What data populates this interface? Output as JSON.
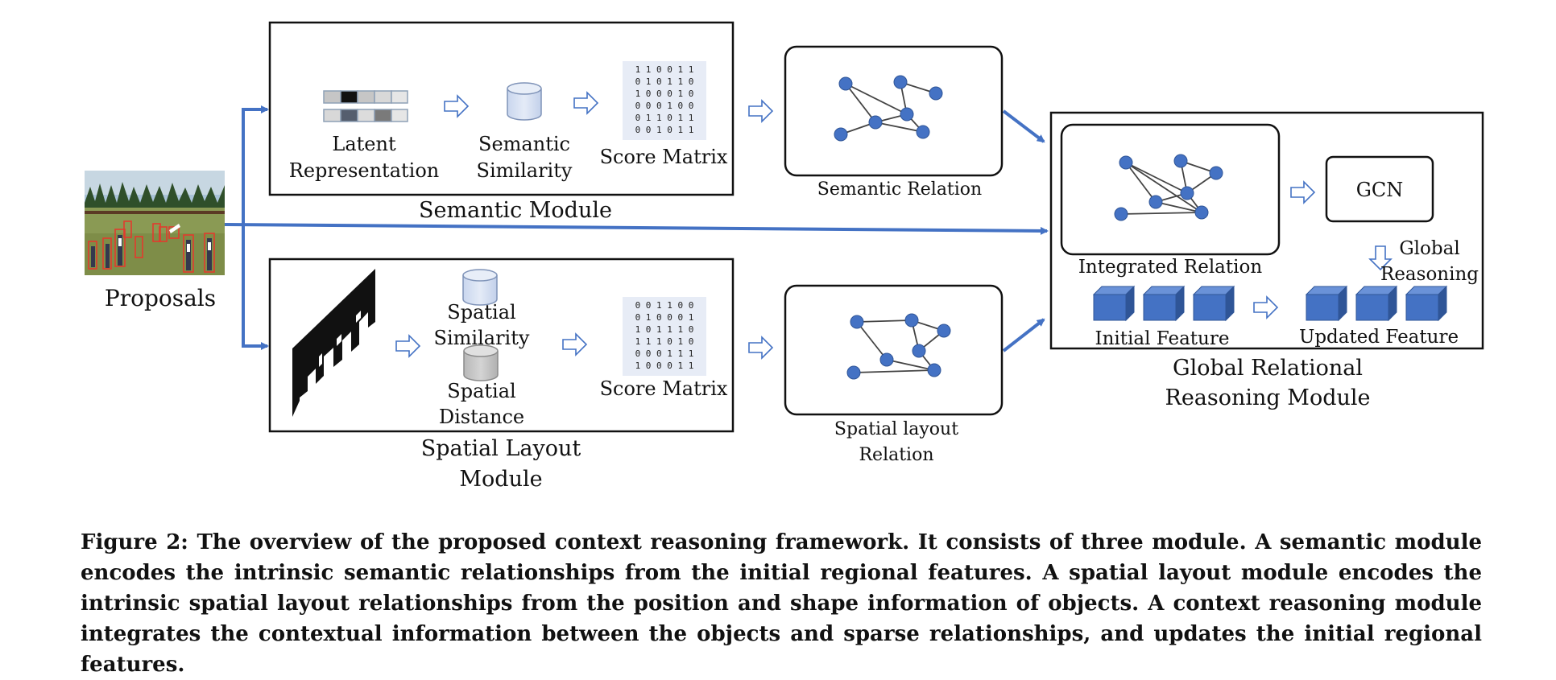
{
  "diagram": {
    "proposals": "Proposals",
    "semantic": {
      "latent1": "Latent",
      "latent2": "Representation",
      "sim1": "Semantic",
      "sim2": "Similarity",
      "score": "Score Matrix",
      "module": "Semantic Module",
      "relation": "Semantic Relation",
      "matrix": [
        "1 1 0 0 1 1",
        "0 1 0 1 1 0",
        "1 0 0 0 1 0",
        "0 0 0 1 0 0",
        "0 1 1 0 1 1",
        "0 0 1 0 1 1"
      ]
    },
    "spatial": {
      "ssim1": "Spatial",
      "ssim2": "Similarity",
      "sdist1": "Spatial",
      "sdist2": "Distance",
      "score": "Score Matrix",
      "module1": "Spatial Layout",
      "module2": "Module",
      "relation1": "Spatial layout",
      "relation2": "Relation",
      "matrix": [
        "0 0 1 1 0 0",
        "0 1 0 0 0 1",
        "1 0 1 1 1 0",
        "1 1 1 0 1 0",
        "0 0 0 1 1 1",
        "1 0 0 0 1 1"
      ]
    },
    "global": {
      "integrated": "Integrated Relation",
      "gcn": "GCN",
      "reasoning1": "Global",
      "reasoning2": "Reasoning",
      "initial": "Initial Feature",
      "updated": "Updated Feature",
      "module1": "Global Relational",
      "module2": "Reasoning Module"
    }
  },
  "caption": "Figure 2: The overview of the proposed context reasoning framework. It consists of three module. A semantic module encodes the intrinsic semantic relationships from the initial regional features. A spatial layout module encodes the intrinsic spatial layout relationships from the position and shape information of objects. A context reasoning module integrates the contextual information between the objects and sparse relationships, and updates the initial regional features.",
  "colors": {
    "accent": "#4472c4",
    "node": "#4472c4",
    "edge": "#444444"
  }
}
